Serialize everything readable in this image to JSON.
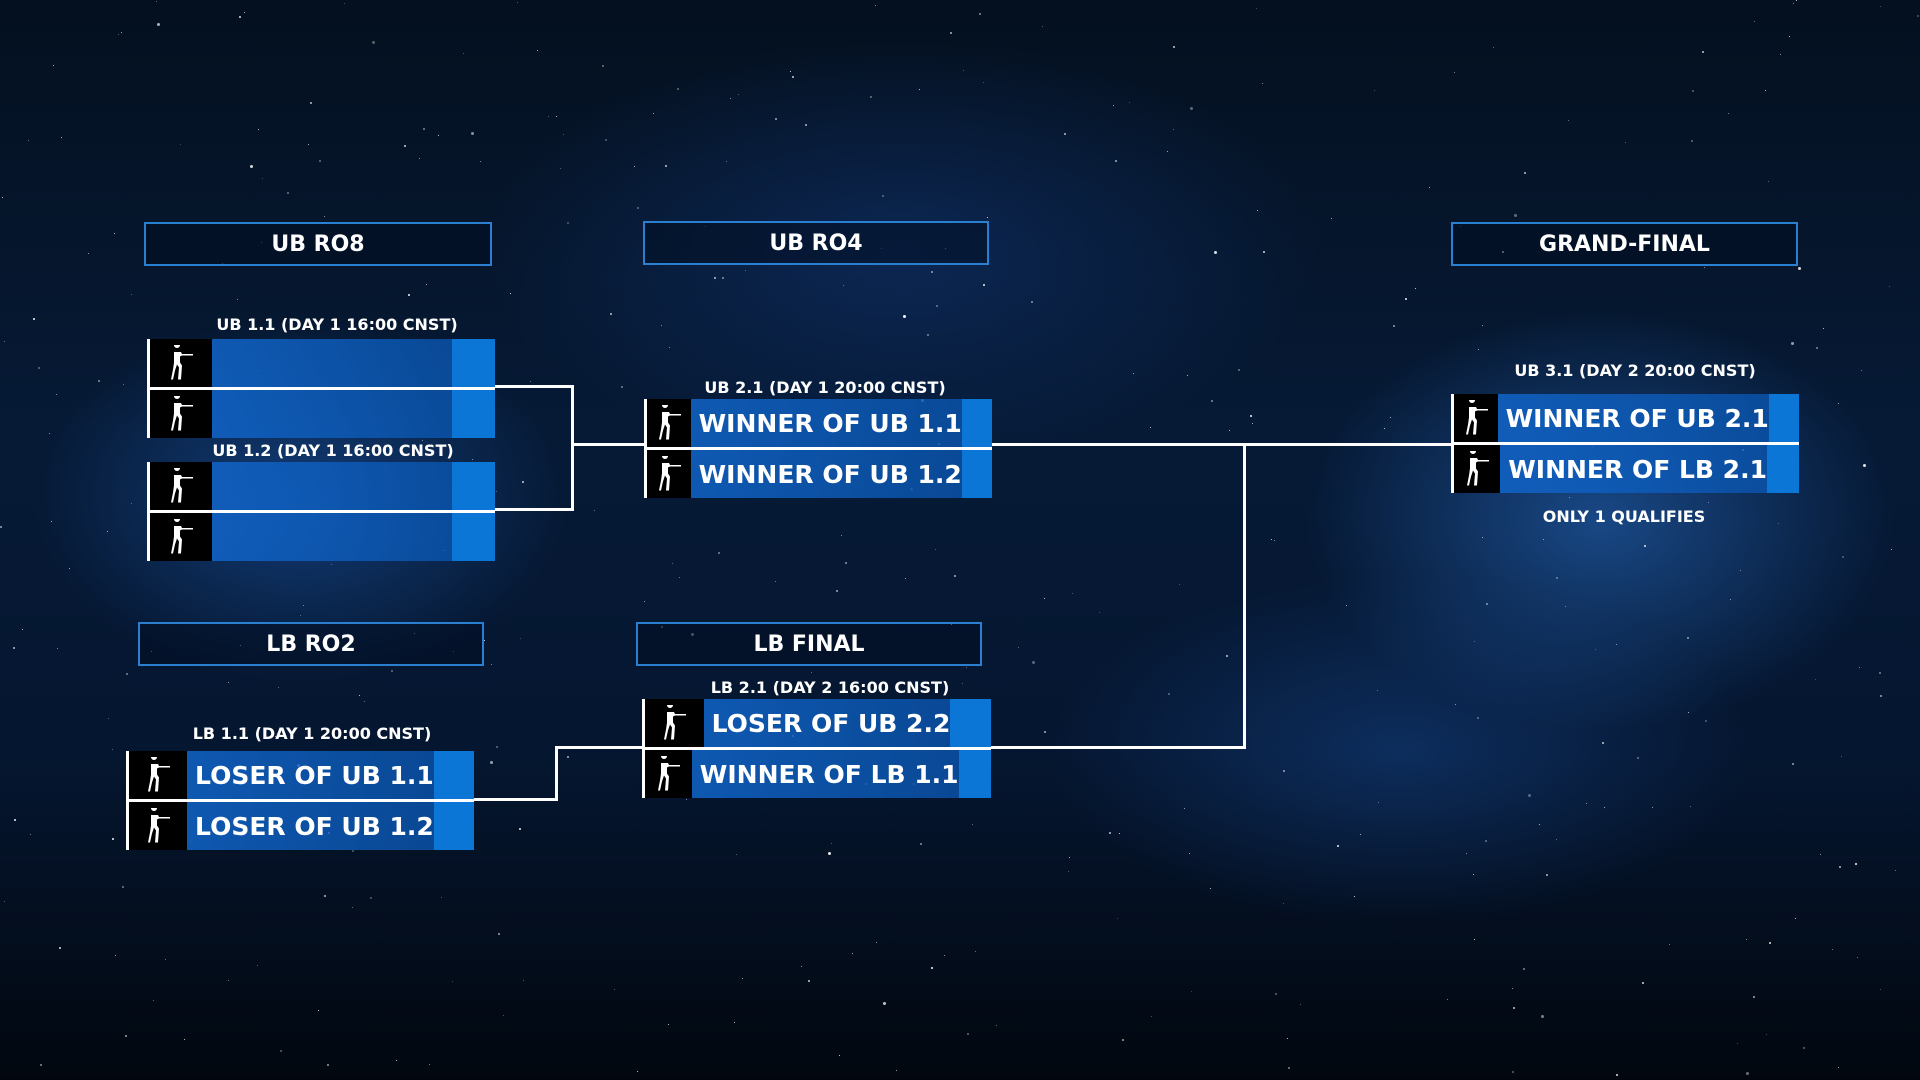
{
  "headers": {
    "ub_ro8": "UB RO8",
    "ub_ro4": "UB RO4",
    "grand_final": "GRAND-FINAL",
    "lb_ro2": "LB RO2",
    "lb_final": "LB FINAL"
  },
  "matches": {
    "ub11": {
      "label": "UB 1.1 (DAY 1  16:00 CNST)",
      "teams": [
        "",
        ""
      ]
    },
    "ub12": {
      "label": "UB 1.2 (DAY 1  16:00 CNST)",
      "teams": [
        "",
        ""
      ]
    },
    "ub21": {
      "label": "UB 2.1 (DAY 1 20:00 CNST)",
      "teams": [
        "WINNER OF UB 1.1",
        "WINNER OF UB 1.2"
      ]
    },
    "lb11": {
      "label": "LB 1.1 (DAY 1 20:00 CNST)",
      "teams": [
        "LOSER OF UB 1.1",
        "LOSER OF UB 1.2"
      ]
    },
    "lb21": {
      "label": "LB 2.1 (DAY 2  16:00 CNST)",
      "teams": [
        "LOSER OF UB 2.2",
        "WINNER OF LB 1.1"
      ]
    },
    "ub31": {
      "label": "UB 3.1 (DAY 2 20:00 CNST)",
      "teams": [
        "WINNER OF UB 2.1",
        "WINNER OF LB 2.1"
      ],
      "note": "ONLY 1 QUALIFIES"
    }
  },
  "icons": {
    "team": "soldier-icon"
  },
  "colors": {
    "header_border": "#2a7fd0",
    "score": "#0b76d6",
    "icon_bg": "#000000"
  }
}
